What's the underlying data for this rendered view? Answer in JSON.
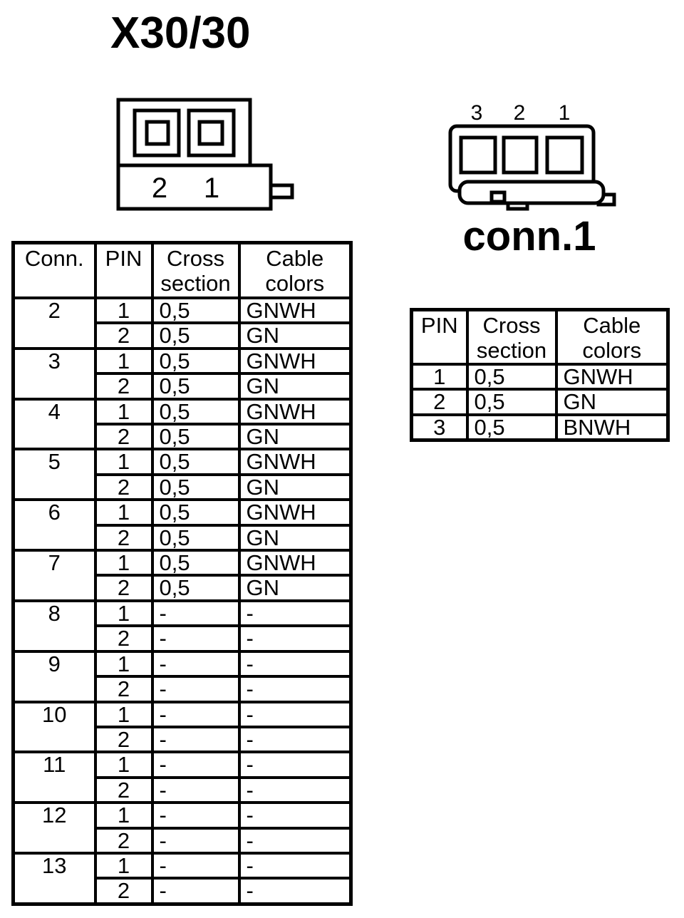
{
  "colors": {
    "ink": "#000000",
    "paper": "#ffffff"
  },
  "title": {
    "text": "X30/30"
  },
  "x30_diagram": {
    "pin_labels": [
      "2",
      "1"
    ]
  },
  "conn1_diagram": {
    "caption": "conn.1",
    "pin_labels": [
      "3",
      "2",
      "1"
    ]
  },
  "x30_table": {
    "headers": [
      "Conn.",
      "PIN",
      "Cross\nsection",
      "Cable\ncolors"
    ],
    "groups": [
      {
        "conn": "2",
        "rows": [
          [
            "1",
            "0,5",
            "GNWH"
          ],
          [
            "2",
            "0,5",
            "GN"
          ]
        ]
      },
      {
        "conn": "3",
        "rows": [
          [
            "1",
            "0,5",
            "GNWH"
          ],
          [
            "2",
            "0,5",
            "GN"
          ]
        ]
      },
      {
        "conn": "4",
        "rows": [
          [
            "1",
            "0,5",
            "GNWH"
          ],
          [
            "2",
            "0,5",
            "GN"
          ]
        ]
      },
      {
        "conn": "5",
        "rows": [
          [
            "1",
            "0,5",
            "GNWH"
          ],
          [
            "2",
            "0,5",
            "GN"
          ]
        ]
      },
      {
        "conn": "6",
        "rows": [
          [
            "1",
            "0,5",
            "GNWH"
          ],
          [
            "2",
            "0,5",
            "GN"
          ]
        ]
      },
      {
        "conn": "7",
        "rows": [
          [
            "1",
            "0,5",
            "GNWH"
          ],
          [
            "2",
            "0,5",
            "GN"
          ]
        ]
      },
      {
        "conn": "8",
        "rows": [
          [
            "1",
            "-",
            "-"
          ],
          [
            "2",
            "-",
            "-"
          ]
        ]
      },
      {
        "conn": "9",
        "rows": [
          [
            "1",
            "-",
            "-"
          ],
          [
            "2",
            "-",
            "-"
          ]
        ]
      },
      {
        "conn": "10",
        "rows": [
          [
            "1",
            "-",
            "-"
          ],
          [
            "2",
            "-",
            "-"
          ]
        ]
      },
      {
        "conn": "11",
        "rows": [
          [
            "1",
            "-",
            "-"
          ],
          [
            "2",
            "-",
            "-"
          ]
        ]
      },
      {
        "conn": "12",
        "rows": [
          [
            "1",
            "-",
            "-"
          ],
          [
            "2",
            "-",
            "-"
          ]
        ]
      },
      {
        "conn": "13",
        "rows": [
          [
            "1",
            "-",
            "-"
          ],
          [
            "2",
            "-",
            "-"
          ]
        ]
      }
    ]
  },
  "conn1_table": {
    "headers": [
      "PIN",
      "Cross\nsection",
      "Cable\ncolors"
    ],
    "rows": [
      [
        "1",
        "0,5",
        "GNWH"
      ],
      [
        "2",
        "0,5",
        "GN"
      ],
      [
        "3",
        "0,5",
        "BNWH"
      ]
    ]
  }
}
